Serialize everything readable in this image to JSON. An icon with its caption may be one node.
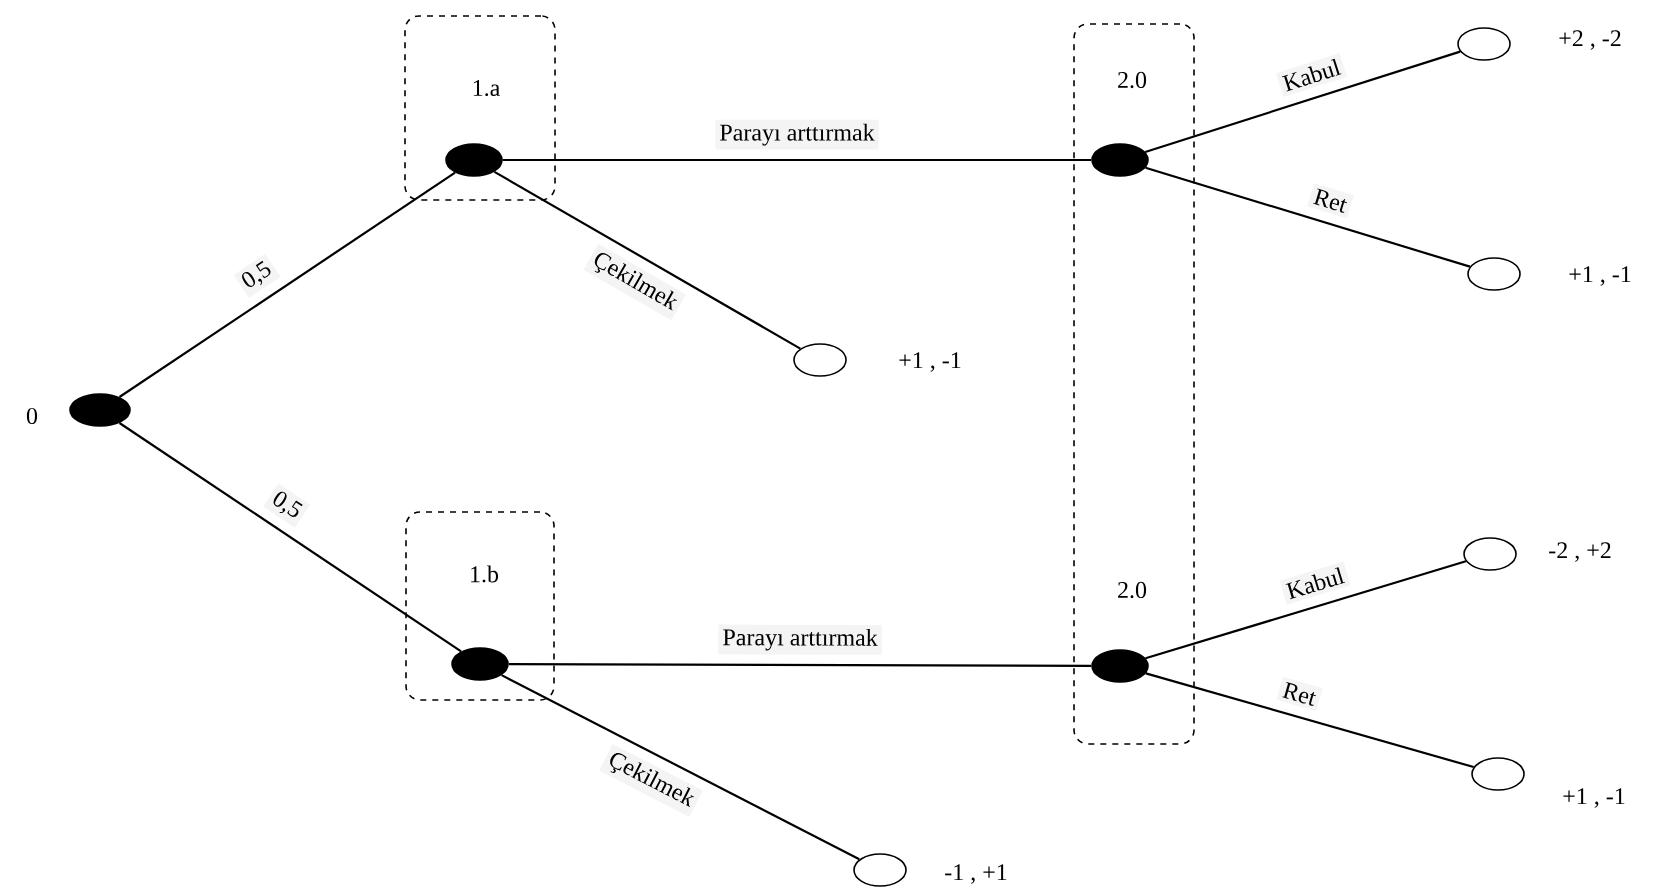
{
  "diagram": {
    "nodes": [
      {
        "text": [],
        "shape": "circle",
        "beside": [
          "0"
        ]
      },
      {
        "text": [
          "1.a"
        ]
      },
      {
        "text": [],
        "shape": "circle",
        "in": 1
      },
      {
        "text": [
          "1.b"
        ]
      },
      {
        "text": [],
        "shape": "circle",
        "in": 3
      },
      {
        "text": [
          "2.0",
          "2.0"
        ]
      },
      {
        "text": [],
        "shape": "circle",
        "in": 5
      },
      {
        "text": [],
        "shape": "circle",
        "in": 5
      },
      {
        "text": [],
        "shape": "circle",
        "beside": [
          "+2 , -2"
        ]
      },
      {
        "text": [],
        "shape": "circle",
        "beside": [
          "+1 , -1"
        ]
      },
      {
        "text": [],
        "shape": "circle",
        "beside": [
          "+1 , -1"
        ]
      },
      {
        "text": [],
        "shape": "circle",
        "beside": [
          "-2 , +2"
        ]
      },
      {
        "text": [],
        "shape": "circle",
        "beside": [
          "+1 , -1"
        ]
      },
      {
        "text": [],
        "shape": "circle",
        "beside": [
          "-1 , +1"
        ]
      }
    ],
    "edges": [
      {
        "from": 0,
        "to": 2,
        "arrow": "none",
        "label": "0,5"
      },
      {
        "from": 0,
        "to": 4,
        "arrow": "none",
        "label": "0,5"
      },
      {
        "from": 2,
        "to": 6,
        "arrow": "none",
        "label": "Parayı arttırmak"
      },
      {
        "from": 2,
        "to": 10,
        "arrow": "none",
        "label": "Çekilmek"
      },
      {
        "from": 4,
        "to": 7,
        "arrow": "none",
        "label": "Parayı arttırmak"
      },
      {
        "from": 4,
        "to": 13,
        "arrow": "none",
        "label": "Çekilmek"
      },
      {
        "from": 6,
        "to": 8,
        "arrow": "none",
        "label": "Kabul"
      },
      {
        "from": 6,
        "to": 9,
        "arrow": "none",
        "label": "Ret"
      },
      {
        "from": 7,
        "to": 11,
        "arrow": "none",
        "label": "Kabul"
      },
      {
        "from": 7,
        "to": 12,
        "arrow": "none",
        "label": "Ret"
      }
    ]
  }
}
